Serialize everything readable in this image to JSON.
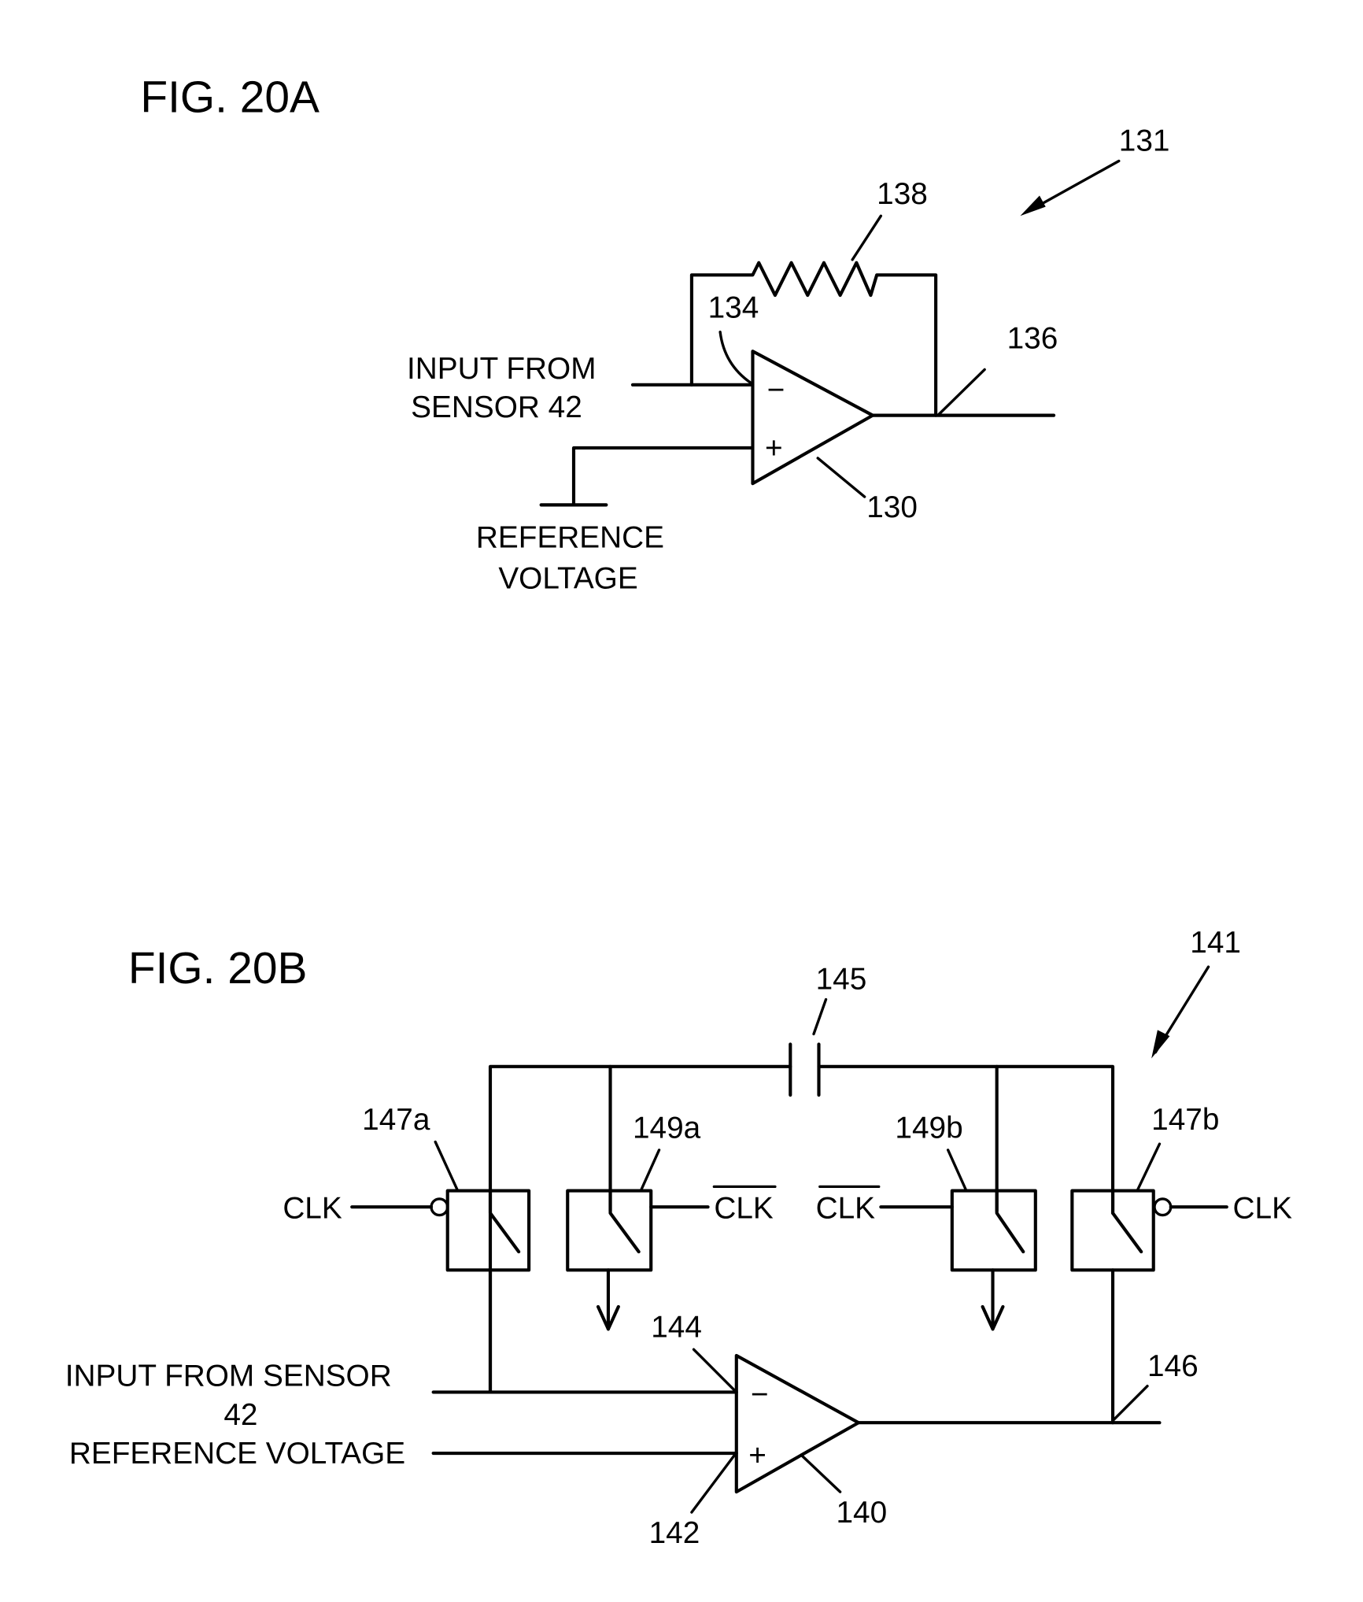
{
  "figures": [
    {
      "id": "20A",
      "title": "FIG. 20A",
      "circuit_ref": "131",
      "labels": {
        "resistor": "138",
        "inverting_input": "134",
        "output_node": "136",
        "op_amp": "130"
      },
      "text": {
        "input_line1": "INPUT FROM",
        "input_line2": "SENSOR 42",
        "ref_line1": "REFERENCE",
        "ref_line2": "VOLTAGE",
        "minus": "−",
        "plus": "+"
      }
    },
    {
      "id": "20B",
      "title": "FIG. 20B",
      "circuit_ref": "141",
      "labels": {
        "capacitor": "145",
        "switch_147a": "147a",
        "switch_149a": "149a",
        "switch_149b": "149b",
        "switch_147b": "147b",
        "inverting_input": "144",
        "noninverting_input": "142",
        "op_amp": "140",
        "output_node": "146"
      },
      "text": {
        "clk": "CLK",
        "clk_bar": "CLK",
        "input_line1": "INPUT FROM SENSOR",
        "input_line2": "42",
        "ref": "REFERENCE VOLTAGE",
        "minus": "−",
        "plus": "+"
      }
    }
  ]
}
